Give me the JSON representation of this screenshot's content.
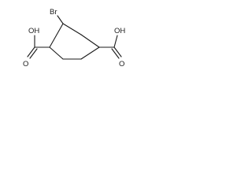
{
  "molecule": {
    "atoms": {
      "br": "Br",
      "left_oh": "OH",
      "left_o": "O",
      "right_oh": "OH",
      "right_o": "O"
    }
  }
}
